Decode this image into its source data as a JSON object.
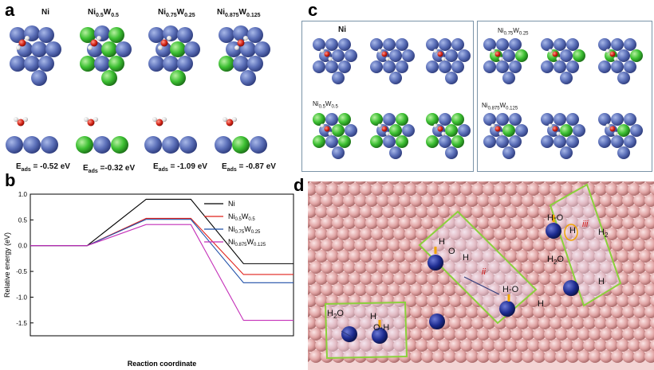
{
  "panels": {
    "a": {
      "letter": "a",
      "models": [
        {
          "label_main": "Ni",
          "sub1": "",
          "mid": "",
          "sub2": ""
        },
        {
          "label_main": "Ni",
          "sub1": "0.5",
          "mid": "W",
          "sub2": "0.5"
        },
        {
          "label_main": "Ni",
          "sub1": "0.75",
          "mid": "W",
          "sub2": "0.25"
        },
        {
          "label_main": "Ni",
          "sub1": "0.875",
          "mid": "W",
          "sub2": "0.125"
        }
      ],
      "eads": [
        {
          "prefix": "E",
          "sub": "ads",
          "value": " = -0.52 eV"
        },
        {
          "prefix": "E",
          "sub": "ads",
          "value": " =-0.32 eV"
        },
        {
          "prefix": "E",
          "sub": "ads",
          "value": " = -1.09 eV"
        },
        {
          "prefix": "E",
          "sub": "ads",
          "value": " = -0.87 eV"
        }
      ]
    },
    "b": {
      "letter": "b"
    },
    "c": {
      "letter": "c",
      "labels": [
        {
          "main": "Ni",
          "sub1": "",
          "mid": "",
          "sub2": ""
        },
        {
          "main": "Ni",
          "sub1": "0.5",
          "mid": "W",
          "sub2": "0.5"
        },
        {
          "main": "Ni",
          "sub1": "0.75",
          "mid": "W",
          "sub2": "0.25"
        },
        {
          "main": "Ni",
          "sub1": "0.875",
          "mid": "W",
          "sub2": "0.125"
        }
      ]
    },
    "d": {
      "letter": "d",
      "annotations": {
        "h2o_1": "H",
        "h2o_1_sub": "2",
        "h2o_1_end": "O",
        "hoh_1": "H",
        "hoh_1_o": "O-H",
        "step_ii": "ii",
        "ho_2": "H",
        "ho_2_o": "O",
        "h_2a": "H",
        "hoh_2": "H-O",
        "h_2b": "H",
        "hoh_3": "H-O",
        "hoh_3_h": "H",
        "step_iii": "iii",
        "h2_label": "H",
        "h2_sub": "2",
        "h2o_3": "H",
        "h2o_3_sub": "2",
        "h2o_3_end": "O",
        "h_3": "H"
      }
    }
  },
  "chart_data": {
    "type": "line",
    "title": "",
    "xlabel": "Reaction coordinate",
    "ylabel": "Relative energy (eV)",
    "ylim": [
      -1.75,
      1.0
    ],
    "yticks": [
      "1.0",
      "0.5",
      "0.0",
      "-0.5",
      "-1.0",
      "-1.5"
    ],
    "ytick_values": [
      1.0,
      0.5,
      0.0,
      -0.5,
      -1.0,
      -1.5
    ],
    "x": [
      0,
      1,
      2,
      3,
      4,
      5
    ],
    "legend_position": "top-right",
    "series": [
      {
        "name": "Ni",
        "name_sub1": "",
        "name_mid": "",
        "name_sub2": "",
        "color": "#000000",
        "values": [
          0,
          0,
          0.9,
          0.9,
          -0.35,
          -0.35
        ]
      },
      {
        "name": "Ni",
        "name_sub1": "0.5",
        "name_mid": "W",
        "name_sub2": "0.5",
        "color": "#e0201b",
        "values": [
          0,
          0,
          0.53,
          0.53,
          -0.56,
          -0.56
        ]
      },
      {
        "name": "Ni",
        "name_sub1": "0.75",
        "name_mid": "W",
        "name_sub2": "0.25",
        "color": "#1f4fa8",
        "values": [
          0,
          0,
          0.51,
          0.51,
          -0.72,
          -0.72
        ]
      },
      {
        "name": "Ni",
        "name_sub1": "0.875",
        "name_mid": "W",
        "name_sub2": "0.125",
        "color": "#c42fb8",
        "values": [
          0,
          0,
          0.41,
          0.41,
          -1.45,
          -1.45
        ]
      }
    ]
  }
}
